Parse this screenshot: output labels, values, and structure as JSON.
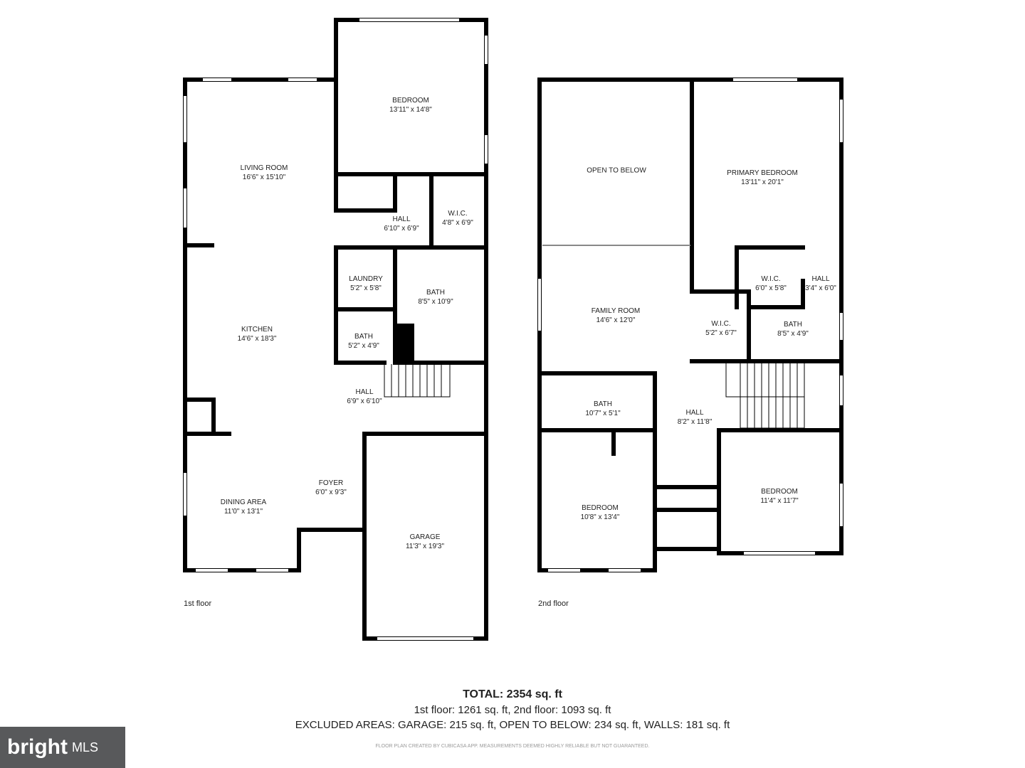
{
  "floors": [
    {
      "label": "1st floor",
      "rooms": [
        {
          "name": "BEDROOM",
          "size": "13'11\" x 14'8\""
        },
        {
          "name": "LIVING ROOM",
          "size": "16'6\" x 15'10\""
        },
        {
          "name": "HALL",
          "size": "6'10\" x 6'9\""
        },
        {
          "name": "W.I.C.",
          "size": "4'8\" x 6'9\""
        },
        {
          "name": "LAUNDRY",
          "size": "5'2\" x 5'8\""
        },
        {
          "name": "BATH",
          "size": "8'5\" x 10'9\""
        },
        {
          "name": "KITCHEN",
          "size": "14'6\" x 18'3\""
        },
        {
          "name": "BATH",
          "size": "5'2\" x 4'9\""
        },
        {
          "name": "HALL",
          "size": "6'9\" x 6'10\""
        },
        {
          "name": "FOYER",
          "size": "6'0\" x 9'3\""
        },
        {
          "name": "DINING AREA",
          "size": "11'0\" x 13'1\""
        },
        {
          "name": "GARAGE",
          "size": "11'3\" x 19'3\""
        }
      ]
    },
    {
      "label": "2nd floor",
      "rooms": [
        {
          "name": "OPEN TO BELOW",
          "size": ""
        },
        {
          "name": "PRIMARY BEDROOM",
          "size": "13'11\" x 20'1\""
        },
        {
          "name": "W.I.C.",
          "size": "6'0\" x 5'8\""
        },
        {
          "name": "HALL",
          "size": "3'4\" x 6'0\""
        },
        {
          "name": "FAMILY ROOM",
          "size": "14'6\" x 12'0\""
        },
        {
          "name": "W.I.C.",
          "size": "5'2\" x 6'7\""
        },
        {
          "name": "BATH",
          "size": "8'5\" x 4'9\""
        },
        {
          "name": "BATH",
          "size": "10'7\" x 5'1\""
        },
        {
          "name": "HALL",
          "size": "8'2\" x 11'8\""
        },
        {
          "name": "BEDROOM",
          "size": "10'8\" x 13'4\""
        },
        {
          "name": "BEDROOM",
          "size": "11'4\" x 11'7\""
        }
      ]
    }
  ],
  "summary": {
    "total": "TOTAL: 2354 sq. ft",
    "floors": "1st floor: 1261 sq. ft, 2nd floor: 1093 sq. ft",
    "excluded": "EXCLUDED AREAS: GARAGE: 215 sq. ft, OPEN TO BELOW: 234 sq. ft, WALLS: 181 sq. ft",
    "credit": "FLOOR PLAN CREATED BY CUBICASA APP. MEASUREMENTS DEEMED HIGHLY RELIABLE BUT NOT GUARANTEED."
  },
  "logo": {
    "brand": "bright",
    "suffix": "MLS"
  },
  "colors": {
    "wall": "#000000",
    "window": "#bbbbbb",
    "logo_bg": "#58595b"
  }
}
